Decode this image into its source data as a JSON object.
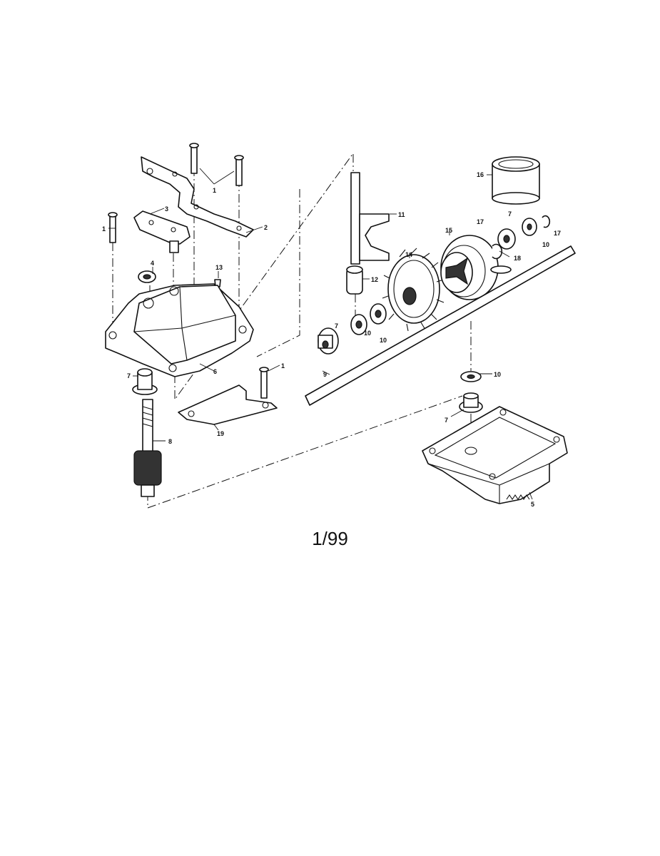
{
  "diagram": {
    "callouts": {
      "screw_top_a": "1",
      "screw_left": "1",
      "screw_right": "1",
      "bracket": "2",
      "lever": "3",
      "bushing": "4",
      "housing_upper": "5",
      "housing_lower": "6",
      "bearing_left": "7",
      "bearing_mid": "7",
      "bearing_right": "7",
      "bearing_bottom": "7",
      "worm_shaft": "8",
      "axle": "9",
      "washer_a": "10",
      "washer_b": "10",
      "washer_c": "10",
      "washer_d": "10",
      "shift_fork": "11",
      "plunger": "12",
      "vent_plug": "13",
      "worm_gear": "14",
      "clutch_drum": "15",
      "ring_gear_cover": "16",
      "retaining_ring_a": "17",
      "retaining_ring_b": "17",
      "key": "18",
      "plate": "19"
    }
  },
  "page_number": "1/99"
}
